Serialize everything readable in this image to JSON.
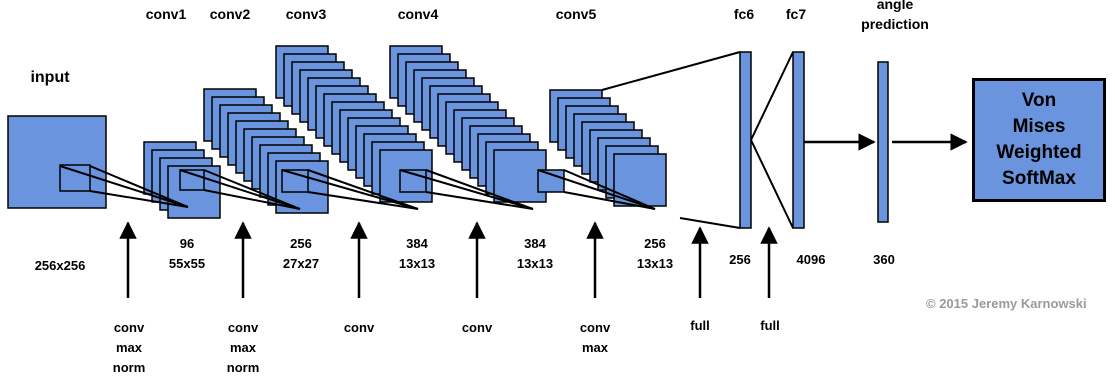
{
  "colors": {
    "fill": "#6a94de",
    "stroke": "#000000",
    "copyright": "#9a9a9a"
  },
  "layers": {
    "input": "input",
    "conv1": "conv1",
    "conv2": "conv2",
    "conv3": "conv3",
    "conv4": "conv4",
    "conv5": "conv5",
    "fc6": "fc6",
    "fc7": "fc7",
    "angle_prediction": [
      "angle",
      "prediction"
    ]
  },
  "sizes": {
    "input": "256x256",
    "conv1": [
      "96",
      "55x55"
    ],
    "conv2": [
      "256",
      "27x27"
    ],
    "conv3": [
      "384",
      "13x13"
    ],
    "conv4": [
      "384",
      "13x13"
    ],
    "conv5": [
      "256",
      "13x13"
    ],
    "fc6": "256",
    "fc7": "4096",
    "angle": "360"
  },
  "operations": {
    "op1": [
      "conv",
      "max",
      "norm"
    ],
    "op2": [
      "conv",
      "max",
      "norm"
    ],
    "op3": [
      "conv"
    ],
    "op4": [
      "conv"
    ],
    "op5": [
      "conv",
      "max"
    ],
    "op6": [
      "full"
    ],
    "op7": [
      "full"
    ]
  },
  "output_box": [
    "Von",
    "Mises",
    "Weighted",
    "SoftMax"
  ],
  "copyright": "© 2015 Jeremy Karnowski"
}
